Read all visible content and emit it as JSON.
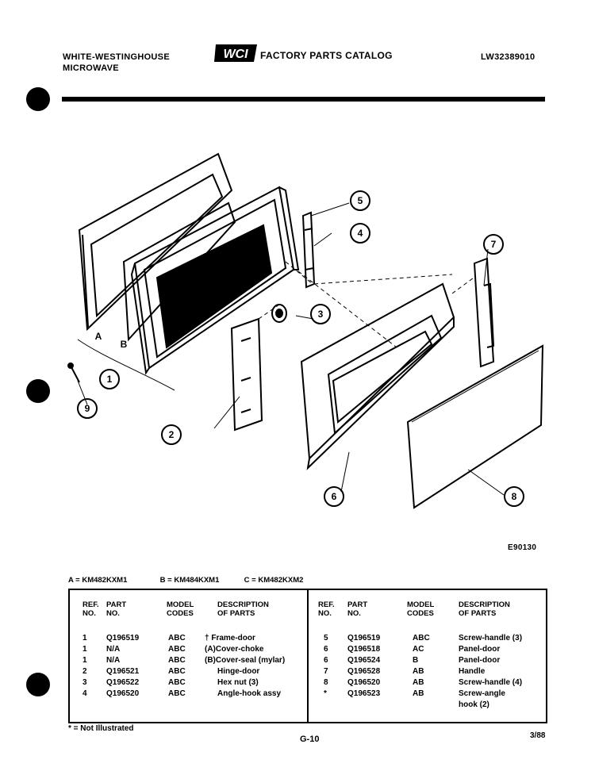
{
  "header": {
    "brand_line1": "WHITE-WESTINGHOUSE",
    "brand_line2": "MICROWAVE",
    "logo": "WCI",
    "catalog_title": "FACTORY PARTS CATALOG",
    "catalog_number": "LW32389010"
  },
  "diagram": {
    "figure_code": "E90130",
    "callouts": [
      "1",
      "2",
      "3",
      "4",
      "5",
      "6",
      "7",
      "8",
      "9",
      "A",
      "B"
    ]
  },
  "models": [
    {
      "code": "A",
      "model": "KM482KXM1"
    },
    {
      "code": "B",
      "model": "KM484KXM1"
    },
    {
      "code": "C",
      "model": "KM482KXM2"
    }
  ],
  "table_headers": {
    "ref_no": [
      "REF.",
      "NO."
    ],
    "part_no": [
      "PART",
      "NO."
    ],
    "model_codes": [
      "MODEL",
      "CODES"
    ],
    "description": [
      "DESCRIPTION",
      "OF PARTS"
    ]
  },
  "parts_left": [
    {
      "ref": "1",
      "part": "Q196519",
      "codes": "ABC",
      "desc": "† Frame-door"
    },
    {
      "ref": "1",
      "part": "N/A",
      "codes": "ABC",
      "desc": "(A)Cover-choke"
    },
    {
      "ref": "1",
      "part": "N/A",
      "codes": "ABC",
      "desc": "(B)Cover-seal (mylar)"
    },
    {
      "ref": "2",
      "part": "Q196521",
      "codes": "ABC",
      "desc": "Hinge-door"
    },
    {
      "ref": "3",
      "part": "Q196522",
      "codes": "ABC",
      "desc": "Hex nut (3)"
    },
    {
      "ref": "4",
      "part": "Q196520",
      "codes": "ABC",
      "desc": "Angle-hook assy"
    }
  ],
  "parts_right": [
    {
      "ref": "5",
      "part": "Q196519",
      "codes": "ABC",
      "desc": "Screw-handle (3)"
    },
    {
      "ref": "6",
      "part": "Q196518",
      "codes": "AC",
      "desc": "Panel-door"
    },
    {
      "ref": "6",
      "part": "Q196524",
      "codes": "B",
      "desc": "Panel-door"
    },
    {
      "ref": "7",
      "part": "Q196528",
      "codes": "AB",
      "desc": "Handle"
    },
    {
      "ref": "8",
      "part": "Q196520",
      "codes": "AB",
      "desc": "Screw-handle (4)"
    },
    {
      "ref": "*",
      "part": "Q196523",
      "codes": "AB",
      "desc": "Screw-angle"
    },
    {
      "ref": "",
      "part": "",
      "codes": "",
      "desc": "hook (2)"
    }
  ],
  "footer": {
    "note": "* = Not Illustrated",
    "page": "G-10",
    "date": "3/88"
  }
}
